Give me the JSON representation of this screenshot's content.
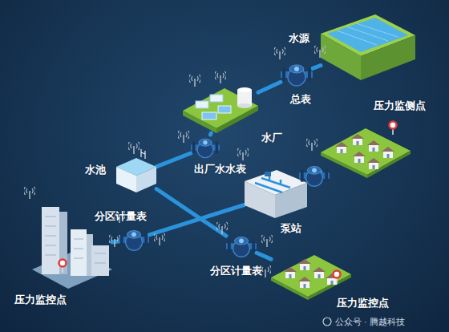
{
  "diagram": {
    "nodes": [
      {
        "text": [
          "水源"
        ]
      },
      {
        "text": [
          "总表"
        ]
      },
      {
        "text": [
          "水厂"
        ]
      },
      {
        "text": [
          "出厂水水表"
        ]
      },
      {
        "text": [
          "水池"
        ]
      },
      {
        "text": [
          "分区计量表"
        ]
      },
      {
        "text": [
          "泵站"
        ]
      },
      {
        "text": [
          "压力监侧点"
        ]
      },
      {
        "text": [
          "分区计量表"
        ]
      },
      {
        "text": [
          "压力监控点"
        ]
      },
      {
        "text": [
          "压力监控点"
        ]
      }
    ],
    "edges": [
      {
        "from": 0,
        "to": 1,
        "arrow": "none"
      },
      {
        "from": 1,
        "to": 2,
        "arrow": "none"
      },
      {
        "from": 2,
        "to": 3,
        "arrow": "none"
      },
      {
        "from": 3,
        "to": 4,
        "arrow": "none"
      },
      {
        "from": 4,
        "to": 8,
        "arrow": "none"
      },
      {
        "from": 8,
        "to": 10,
        "arrow": "none"
      },
      {
        "from": 5,
        "to": 9,
        "arrow": "none"
      },
      {
        "from": 5,
        "to": 6,
        "arrow": "none"
      },
      {
        "from": 6,
        "to": 7,
        "arrow": "none"
      }
    ],
    "labels": [
      "公众号 · 腾越科技"
    ]
  }
}
